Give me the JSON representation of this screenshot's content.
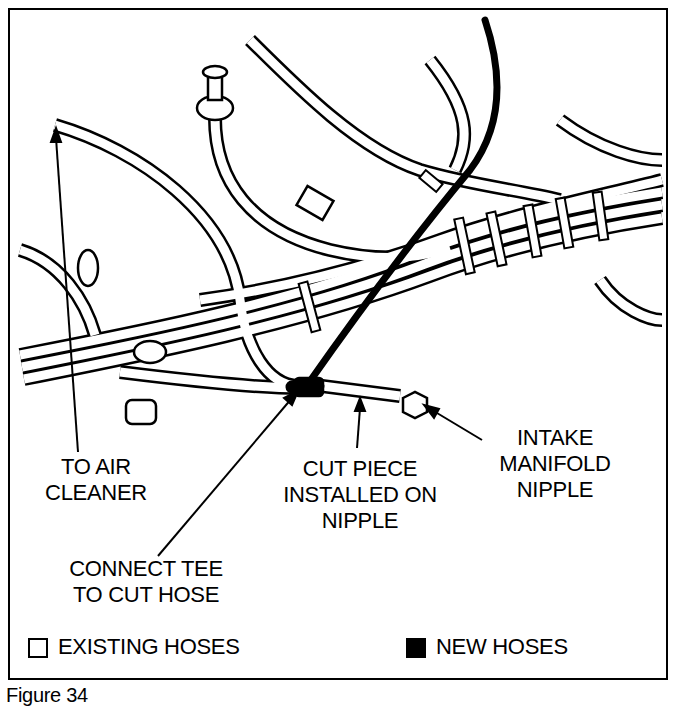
{
  "diagram": {
    "caption": "Figure 34",
    "labels": [
      "TO AIR CLEANER",
      "CONNECT TEE TO CUT HOSE",
      "CUT PIECE INSTALLED ON NIPPLE",
      "INTAKE MANIFOLD NIPPLE"
    ],
    "legend": [
      {
        "text": "EXISTING HOSES",
        "color": "#ffffff"
      },
      {
        "text": "NEW HOSES",
        "color": "#000000"
      }
    ]
  }
}
